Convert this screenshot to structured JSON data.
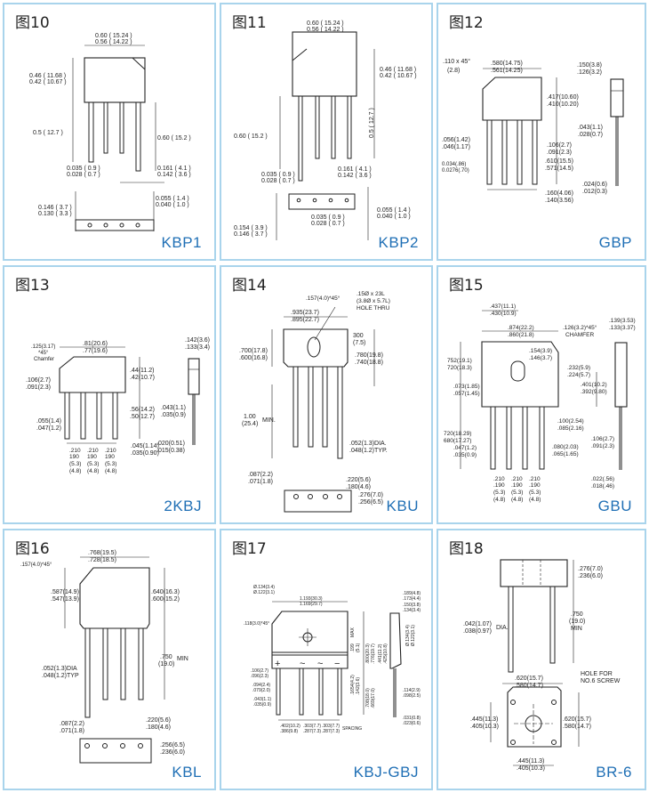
{
  "panels": [
    {
      "figure": "图10",
      "package": "KBP1",
      "dims": {
        "width": [
          "0.60 ( 15.24 )",
          "0.56 ( 14.22 )"
        ],
        "height": [
          "0.46 ( 11.68 )",
          "0.42 ( 10.67 )"
        ],
        "lead_left": [
          "0.5 ( 12.7 )"
        ],
        "lead_right": [
          "0.60 ( 15.2 )"
        ],
        "lead_width": [
          "0.035 ( 0.9 )",
          "0.028 ( 0.7 )"
        ],
        "pitch": [
          "0.161 ( 4.1 )",
          "0.142 ( 3.6 )"
        ],
        "thickness": [
          "0.146 ( 3.7 )",
          "0.130 ( 3.3 )"
        ],
        "lead_thk": [
          "0.055 ( 1.4 )",
          "0.040 ( 1.0 )"
        ]
      }
    },
    {
      "figure": "图11",
      "package": "KBP2",
      "dims": {
        "width": [
          "0.60 ( 15.24 )",
          "0.56 ( 14.22 )"
        ],
        "height": [
          "0.46 ( 11.68 )",
          "0.42 ( 10.67 )"
        ],
        "lead_left": [
          "0.60 ( 15.2 )"
        ],
        "lead_right": [
          "0.5 ( 12.7 )"
        ],
        "lead_width": [
          "0.035 ( 0.9 )",
          "0.028 ( 0.7 )"
        ],
        "pitch": [
          "0.161 ( 4.1 )",
          "0.142 ( 3.6 )"
        ],
        "bottom_pitch": [
          "0.035 ( 0.9 )",
          "0.028 ( 0.7 )"
        ],
        "thickness": [
          "0.154 ( 3.9 )",
          "0.146 ( 3.7 )"
        ],
        "lead_thk": [
          "0.055 ( 1.4 )",
          "0.040 ( 1.0 )"
        ]
      }
    },
    {
      "figure": "图12",
      "package": "GBP",
      "dims": {
        "chamfer": [
          ".110 x 45°",
          "(2.8)"
        ],
        "width": [
          ".580(14.75)",
          ".561(14.25)"
        ],
        "height": [
          ".417(10.60)",
          ".410(10.20)"
        ],
        "standoff": [
          ".106(2.7)",
          ".091(2.3)"
        ],
        "lead_len": [
          ".610(15.5)",
          ".571(14.5)"
        ],
        "lead_w1": [
          ".056(1.42)",
          ".046(1.17)"
        ],
        "lead_w2": [
          "0.034(.86)",
          "0.0276(.70)"
        ],
        "pitch": [
          ".160(4.06)",
          ".140(3.56)"
        ],
        "thickness": [
          ".150(3.8)",
          ".126(3.2)"
        ],
        "side_lead": [
          ".043(1.1)",
          ".028(0.7)"
        ],
        "side_tip": [
          ".024(0.6)",
          ".012(0.3)"
        ]
      }
    },
    {
      "figure": "图13",
      "package": "2KBJ",
      "dims": {
        "chamfer": [
          ".125(3.17)",
          "*45°",
          "Chamfer"
        ],
        "width": [
          ".81(20.6)",
          ".77(19.6)"
        ],
        "height": [
          ".44(11.2)",
          ".42(10.7)"
        ],
        "standoff": [
          ".106(2.7)",
          ".091(2.3)"
        ],
        "lead_len": [
          ".56(14.2)",
          ".50(12.7)"
        ],
        "lead_w": [
          ".055(1.4)",
          ".047(1.2)"
        ],
        "lead_t": [
          ".045(1.14)",
          ".035(0.90)"
        ],
        "pitch": [
          ".210",
          "190",
          "(5.3)",
          "(4.8)"
        ],
        "thickness": [
          ".142(3.6)",
          ".133(3.4)"
        ],
        "side_lead": [
          ".043(1.1)",
          ".035(0.9)"
        ],
        "side_tip": [
          ".020(0.51)",
          ".015(0.38)"
        ]
      }
    },
    {
      "figure": "图14",
      "package": "KBU",
      "dims": {
        "chamfer": [
          ".157(4.0)*45°"
        ],
        "hole": [
          ".15Ø x 23L",
          "(3.8Ø x 5.7L)",
          "HOLE THRU"
        ],
        "width": [
          ".935(23.7)",
          ".895(22.7)"
        ],
        "hole_pos": [
          "300",
          "(7.5)"
        ],
        "height": [
          ".700(17.8)",
          ".600(16.8)"
        ],
        "height2": [
          ".780(19.8)",
          ".740(18.8)"
        ],
        "lead_len": [
          "1.00",
          "(25.4)",
          "MIN."
        ],
        "lead_dia": [
          ".052(1.3)DIA.",
          ".048(1.2)TYP."
        ],
        "thk": [
          ".087(2.2)",
          ".071(1.8)"
        ],
        "pitch": [
          ".220(5.6)",
          ".180(4.6)"
        ],
        "depth": [
          ".276(7.0)",
          ".256(6.5)"
        ]
      }
    },
    {
      "figure": "图15",
      "package": "GBU",
      "dims": {
        "hole_x": [
          ".437(11.1)",
          ".430(10.9)"
        ],
        "width": [
          ".874(22.2)",
          ".860(21.8)"
        ],
        "chamfer": [
          ".126(3.2)*45°",
          "CHAMFER"
        ],
        "hole_w": [
          ".154(3.9)",
          ".146(3.7)"
        ],
        "height": [
          "752(19.1)",
          "720(18.3)"
        ],
        "hole_h": [
          ".232(5.9)",
          ".224(5.7)"
        ],
        "hole_pos": [
          ".401(10.2)",
          ".392(9.80)"
        ],
        "standoff": [
          ".073(1.85)",
          ".057(1.45)"
        ],
        "lead_len": [
          "720(18.29)",
          "680(17.27)"
        ],
        "lead_w1": [
          ".100(2.54)",
          ".085(2.16)"
        ],
        "lead_w2": [
          ".080(2.03)",
          ".065(1.65)"
        ],
        "lead_t": [
          ".047(1.2)",
          ".035(0.9)"
        ],
        "pitch": [
          ".210",
          ".190",
          "(5.3)",
          "(4.8)"
        ],
        "thickness": [
          ".139(3.53)",
          ".133(3.37)"
        ],
        "side_lead": [
          ".106(2.7)",
          ".091(2.3)"
        ],
        "side_tip": [
          ".022(.56)",
          ".018(.46)"
        ]
      }
    },
    {
      "figure": "图16",
      "package": "KBL",
      "dims": {
        "chamfer": [
          ".157(4.0)*45°"
        ],
        "width": [
          ".768(19.5)",
          ".728(18.5)"
        ],
        "height": [
          ".587(14.9)",
          ".547(13.9)"
        ],
        "height2": [
          ".640(16.3)",
          ".600(15.2)"
        ],
        "lead_len": [
          ".750",
          "(19.0)",
          "MIN"
        ],
        "lead_dia": [
          ".052(1.3)DIA",
          ".048(1.2)TYP"
        ],
        "thk": [
          ".087(2.2)",
          ".071(1.8)"
        ],
        "pitch": [
          ".220(5.6)",
          ".180(4.6)"
        ],
        "depth": [
          ".256(6.5)",
          ".236(6.0)"
        ]
      }
    },
    {
      "figure": "图17",
      "package": "KBJ-GBJ",
      "dims": {
        "hole": [
          "Ø.134(3.4)",
          "Ø.122(3.1)"
        ],
        "width": [
          "1.193(30.3)",
          "1.169(29.7)"
        ],
        "chamfer": [
          ".118(3.0)*45°"
        ],
        "height": [
          ".800(20.3)",
          ".776(19.7)"
        ],
        "band": [
          ".199",
          "(5.1)",
          "MAX"
        ],
        "lead_len": [
          ".708(18.0)",
          ".669(17.0)"
        ],
        "lead_h": [
          ".1654(4.2)",
          ".142(3.6)"
        ],
        "lead_w1": [
          ".106(2.7)",
          ".096(2.3)"
        ],
        "lead_w2": [
          ".094(2.4)",
          ".079(2.0)"
        ],
        "lead_w3": [
          ".043(1.1)",
          ".035(0.9)"
        ],
        "pitch1": [
          ".402(10.2)",
          ".386(9.8)"
        ],
        "pitch2": [
          ".303(7.7)",
          ".287(7.3)"
        ],
        "pitch3": [
          ".303(7.7)",
          ".287(7.3)"
        ],
        "spacing": [
          "SPACING"
        ],
        "side_t1": [
          ".189(4.8)",
          ".173(4.4)"
        ],
        "side_t2": [
          ".150(3.8)",
          ".134(3.4)"
        ],
        "side_h": [
          ".441(11.2)",
          ".425(10.8)"
        ],
        "side_hole": [
          "Ø.134(3.4)",
          "Ø.122(3.1)"
        ],
        "side_lead": [
          ".114(2.9)",
          ".098(2.5)"
        ],
        "side_tip": [
          ".031(0.8)",
          ".023(0.6)"
        ],
        "symbols": [
          "+",
          "~",
          "~",
          "−"
        ]
      }
    },
    {
      "figure": "图18",
      "package": "BR-6",
      "dims": {
        "height": [
          ".276(7.0)",
          ".236(6.0)"
        ],
        "lead_len": [
          ".750",
          "(19.0)",
          "MIN"
        ],
        "lead_dia": [
          ".042(1.07)",
          ".038(0.97)",
          "DIA."
        ],
        "width": [
          ".620(15.7)",
          ".580(14.7)"
        ],
        "hole": [
          "HOLE FOR",
          "NO.6 SCREW"
        ],
        "pin_y": [
          ".445(11.3)",
          ".405(10.3)"
        ],
        "side": [
          ".620(15.7)",
          ".580(14.7)"
        ],
        "pin_x": [
          ".445(11.3)",
          ".405(10.3)"
        ]
      }
    }
  ]
}
